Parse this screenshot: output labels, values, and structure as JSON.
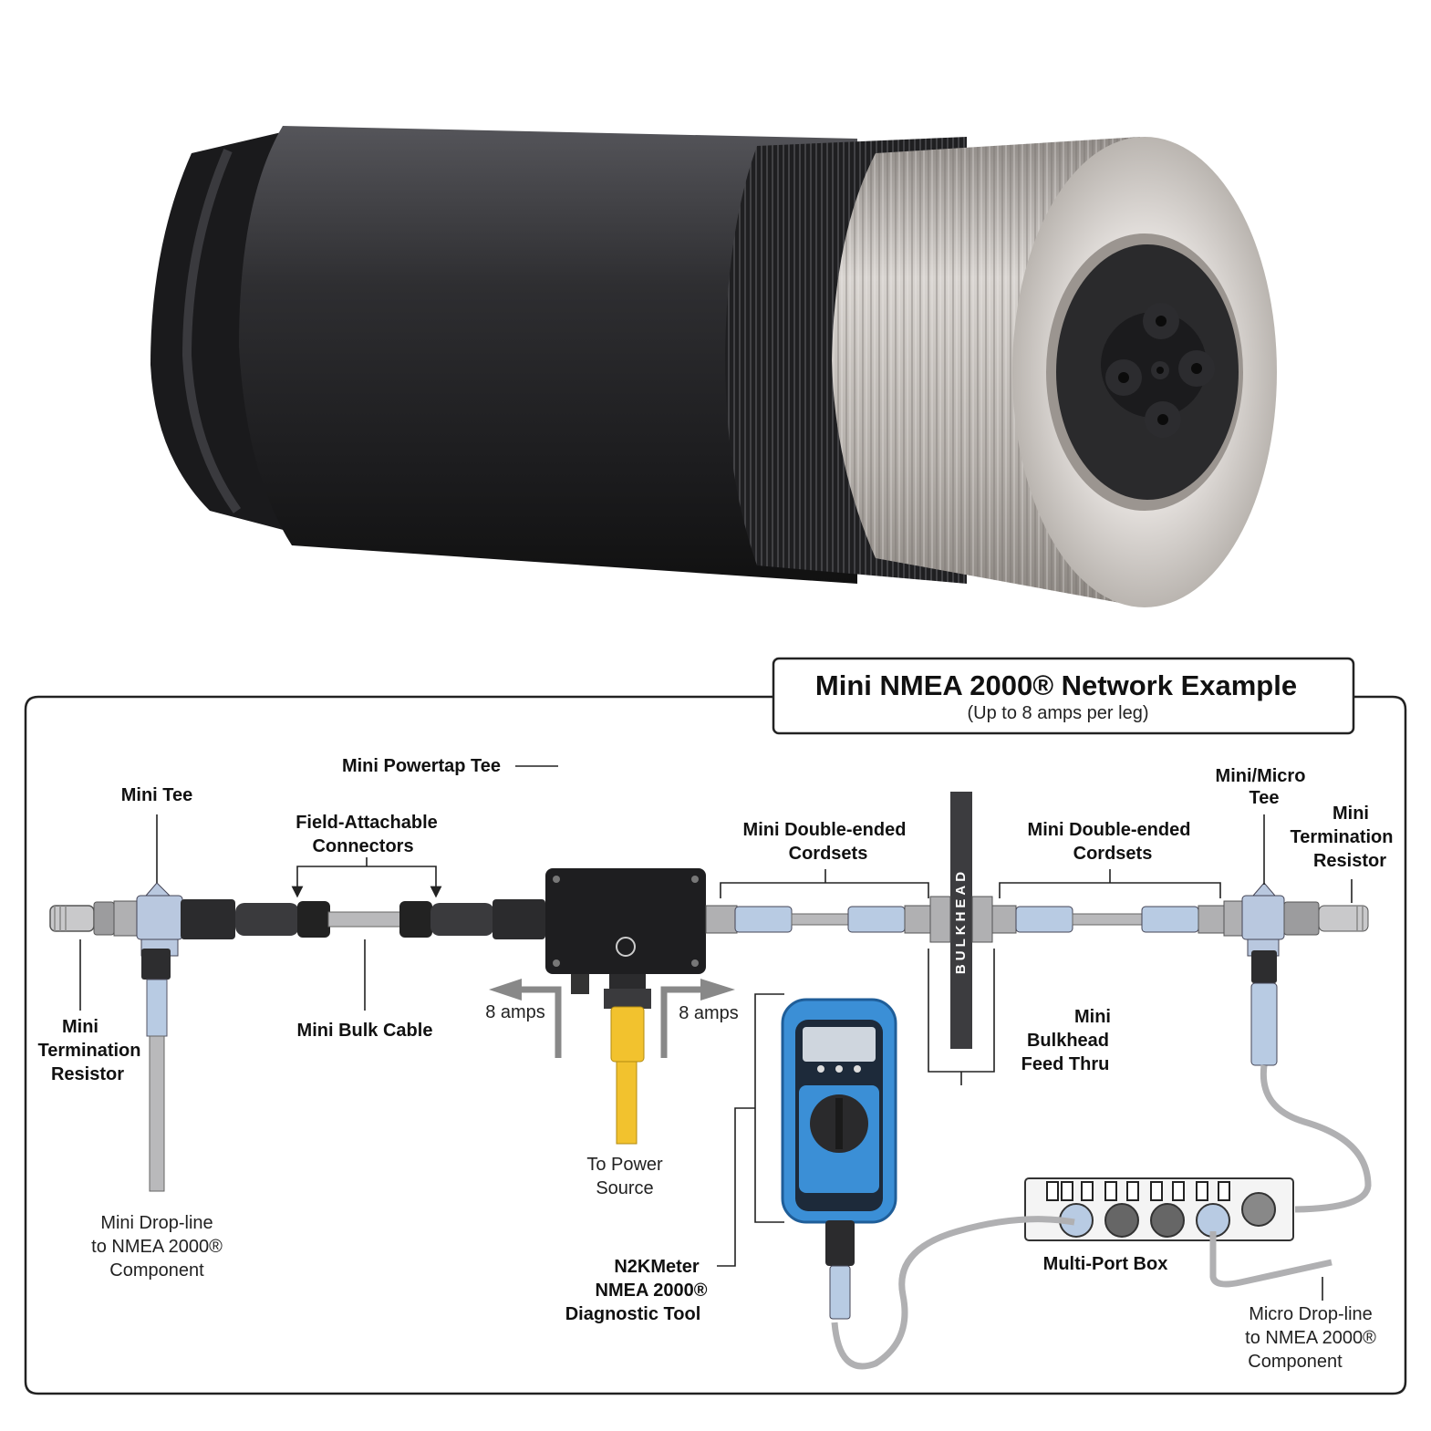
{
  "diagram": {
    "title": "Mini NMEA 2000® Network Example",
    "subtitle": "(Up to 8 amps per leg)",
    "labels": {
      "mini_powertap_tee": "Mini Powertap Tee",
      "mini_tee": "Mini Tee",
      "field_attachable_1": "Field-Attachable",
      "field_attachable_2": "Connectors",
      "mini_double_ended_left_1": "Mini Double-ended",
      "mini_double_ended_left_2": "Cordsets",
      "mini_double_ended_right_1": "Mini Double-ended",
      "mini_double_ended_right_2": "Cordsets",
      "mini_micro_tee_1": "Mini/Micro",
      "mini_micro_tee_2": "Tee",
      "term_right_1": "Mini",
      "term_right_2": "Termination",
      "term_right_3": "Resistor",
      "term_left_1": "Mini",
      "term_left_2": "Termination",
      "term_left_3": "Resistor",
      "mini_bulk_cable": "Mini Bulk Cable",
      "amps_left": "8 amps",
      "amps_right": "8 amps",
      "bulkhead_1": "Mini",
      "bulkhead_2": "Bulkhead",
      "bulkhead_3": "Feed Thru",
      "bulkhead_plate": "BULKHEAD",
      "power_1": "To Power",
      "power_2": "Source",
      "drop_mini_1": "Mini Drop-line",
      "drop_mini_2": "to NMEA 2000®",
      "drop_mini_3": "Component",
      "n2k_1": "N2KMeter",
      "n2k_2": "NMEA 2000®",
      "n2k_3": "Diagnostic Tool",
      "multi_port": "Multi-Port Box",
      "drop_micro_1": "Micro Drop-line",
      "drop_micro_2": "to NMEA 2000®",
      "drop_micro_3": "Component"
    }
  },
  "colors": {
    "connector_body": "#2b2b2d",
    "nut_metal": "#bdb8b3",
    "cable_grey": "#b9b9bb",
    "cordset_blue": "#b8cbe3",
    "power_cable": "#f2c22e",
    "meter_blue": "#3b8fd6",
    "frame": "#222222"
  }
}
